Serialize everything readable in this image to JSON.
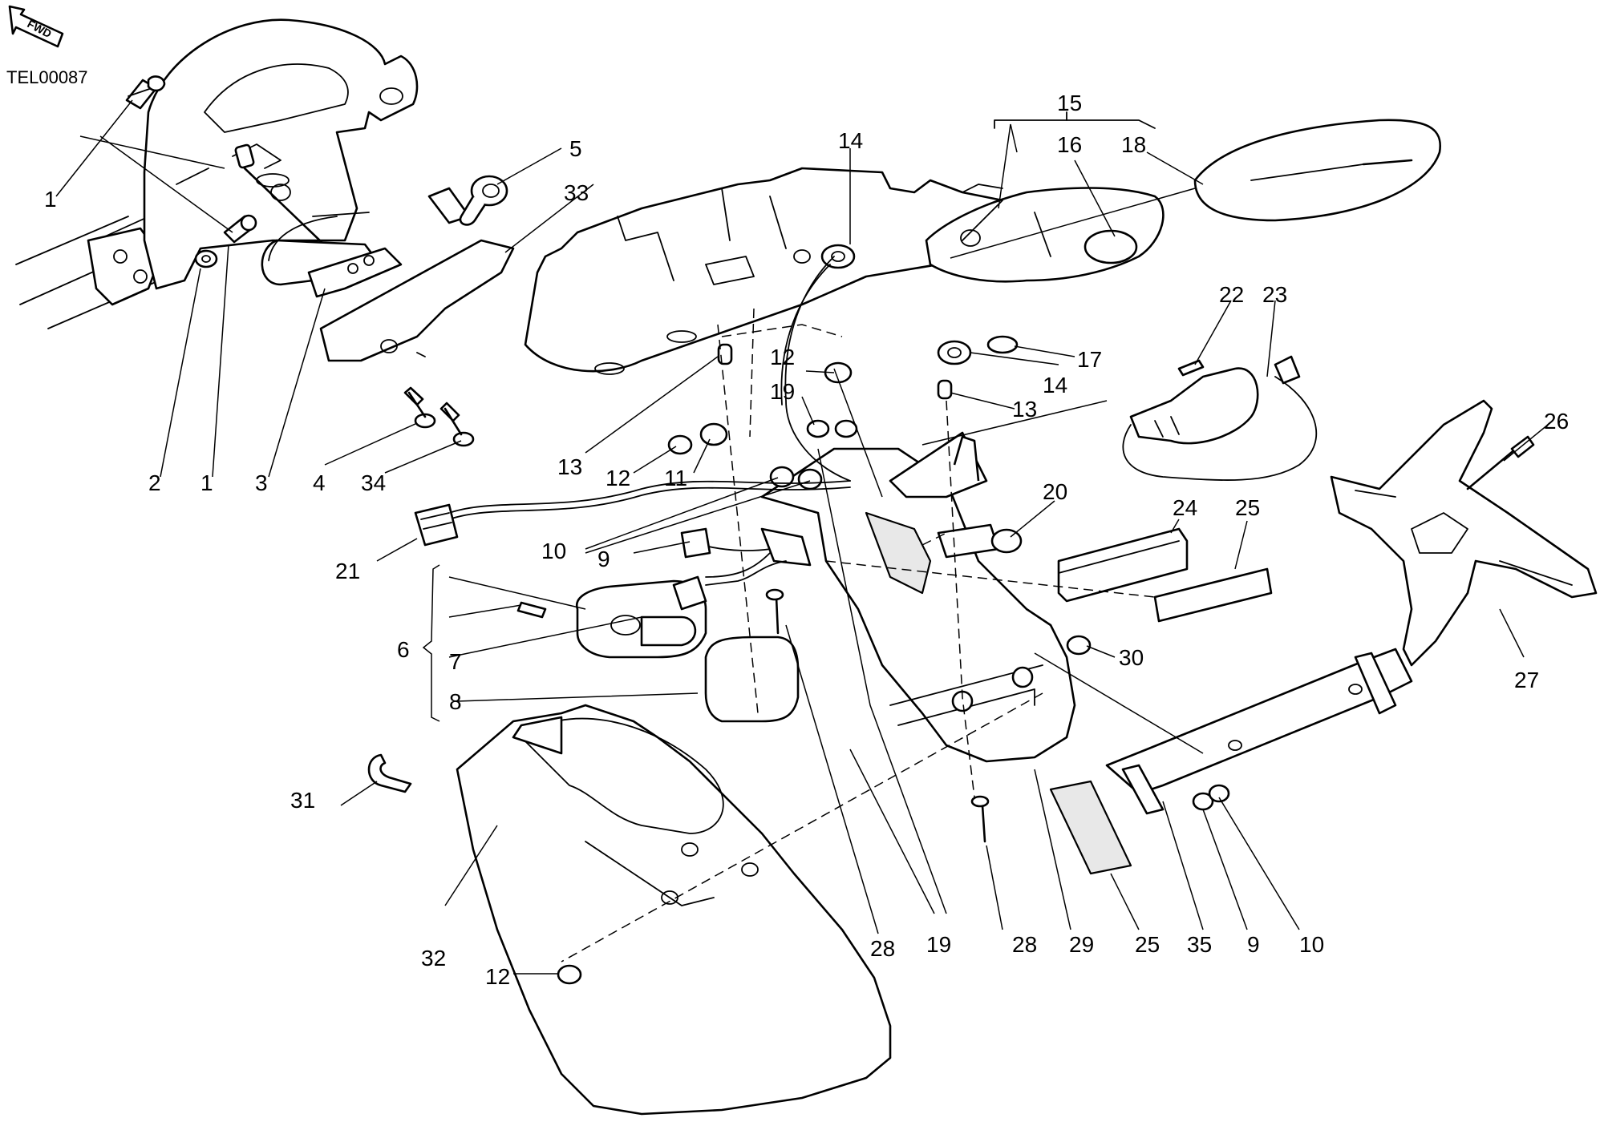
{
  "drawing_code": "TEL00087",
  "fwd_label": "FWD",
  "callouts": [
    "1",
    "1",
    "2",
    "3",
    "4",
    "34",
    "5",
    "33",
    "13",
    "12",
    "11",
    "12",
    "19",
    "10",
    "9",
    "21",
    "6",
    "7",
    "8",
    "14",
    "15",
    "16",
    "18",
    "14",
    "17",
    "13",
    "22",
    "23",
    "20",
    "24",
    "25",
    "26",
    "27",
    "30",
    "31",
    "32",
    "12",
    "28",
    "19",
    "28",
    "29",
    "25",
    "35",
    "9",
    "10"
  ]
}
